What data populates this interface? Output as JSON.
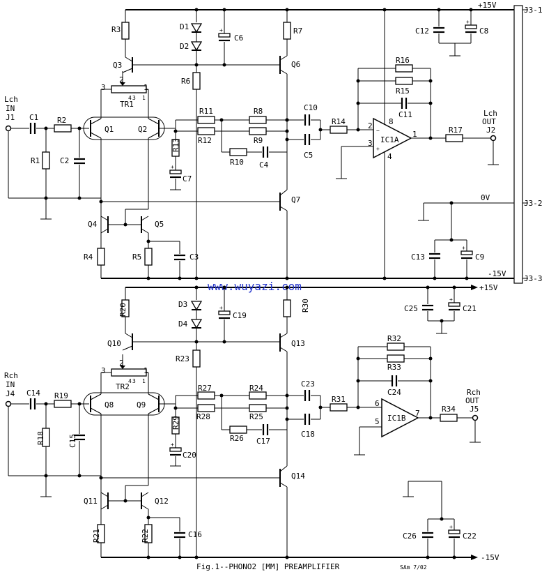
{
  "title": "Fig.1--PHONO2 [MM] PREAMPLIFIER",
  "signature": "SAm 7/02",
  "watermark": "www.wuyazi.com",
  "rails": {
    "pos_top": "+15V",
    "pos_bottom": "+15V",
    "zero": "0V",
    "neg_top": "-15V",
    "neg_bottom": "-15V"
  },
  "connector": {
    "pin1": "J3-1",
    "pin2": "J3-2",
    "pin3": "J3-3"
  },
  "left_channel": {
    "in_label": [
      "Lch",
      "IN",
      "J1"
    ],
    "out_label": [
      "Lch",
      "OUT",
      "J2"
    ],
    "opamp": "IC1A",
    "pin_minus": "2",
    "pin_plus": "3",
    "pin_out": "1",
    "pin_v8": "8",
    "pin_v4": "4",
    "trim": "TR1",
    "trim_pins": [
      "3",
      "2",
      "1",
      "4",
      "3",
      "1"
    ],
    "parts": {
      "R1": "R1",
      "R2": "R2",
      "R3": "R3",
      "R4": "R4",
      "R5": "R5",
      "R6": "R6",
      "R7": "R7",
      "R8": "R8",
      "R9": "R9",
      "R10": "R10",
      "R11": "R11",
      "R12": "R12",
      "R13": "R13",
      "R14": "R14",
      "R15": "R15",
      "R16": "R16",
      "R17": "R17",
      "C1": "C1",
      "C2": "C2",
      "C3": "C3",
      "C4": "C4",
      "C5": "C5",
      "C6": "C6",
      "C7": "C7",
      "C8": "C8",
      "C9": "C9",
      "C10": "C10",
      "C11": "C11",
      "C12": "C12",
      "C13": "C13",
      "D1": "D1",
      "D2": "D2",
      "Q1": "Q1",
      "Q2": "Q2",
      "Q3": "Q3",
      "Q4": "Q4",
      "Q5": "Q5",
      "Q6": "Q6",
      "Q7": "Q7"
    }
  },
  "right_channel": {
    "in_label": [
      "Rch",
      "IN",
      "J4"
    ],
    "out_label": [
      "Rch",
      "OUT",
      "J5"
    ],
    "opamp": "IC1B",
    "pin_minus": "6",
    "pin_plus": "5",
    "pin_out": "7",
    "trim": "TR2",
    "trim_pins": [
      "3",
      "2",
      "1",
      "4",
      "3",
      "1"
    ],
    "parts": {
      "R18": "R18",
      "R19": "R19",
      "R20": "R20",
      "R21": "R21",
      "R22": "R22",
      "R23": "R23",
      "R24": "R24",
      "R25": "R25",
      "R26": "R26",
      "R27": "R27",
      "R28": "R28",
      "R29": "R29",
      "R30": "R30",
      "R31": "R31",
      "R32": "R32",
      "R33": "R33",
      "R34": "R34",
      "C14": "C14",
      "C15": "C15",
      "C16": "C16",
      "C17": "C17",
      "C18": "C18",
      "C19": "C19",
      "C20": "C20",
      "C21": "C21",
      "C22": "C22",
      "C23": "C23",
      "C24": "C24",
      "C25": "C25",
      "C26": "C26",
      "D3": "D3",
      "D4": "D4",
      "Q8": "Q8",
      "Q9": "Q9",
      "Q10": "Q10",
      "Q11": "Q11",
      "Q12": "Q12",
      "Q13": "Q13",
      "Q14": "Q14"
    }
  }
}
